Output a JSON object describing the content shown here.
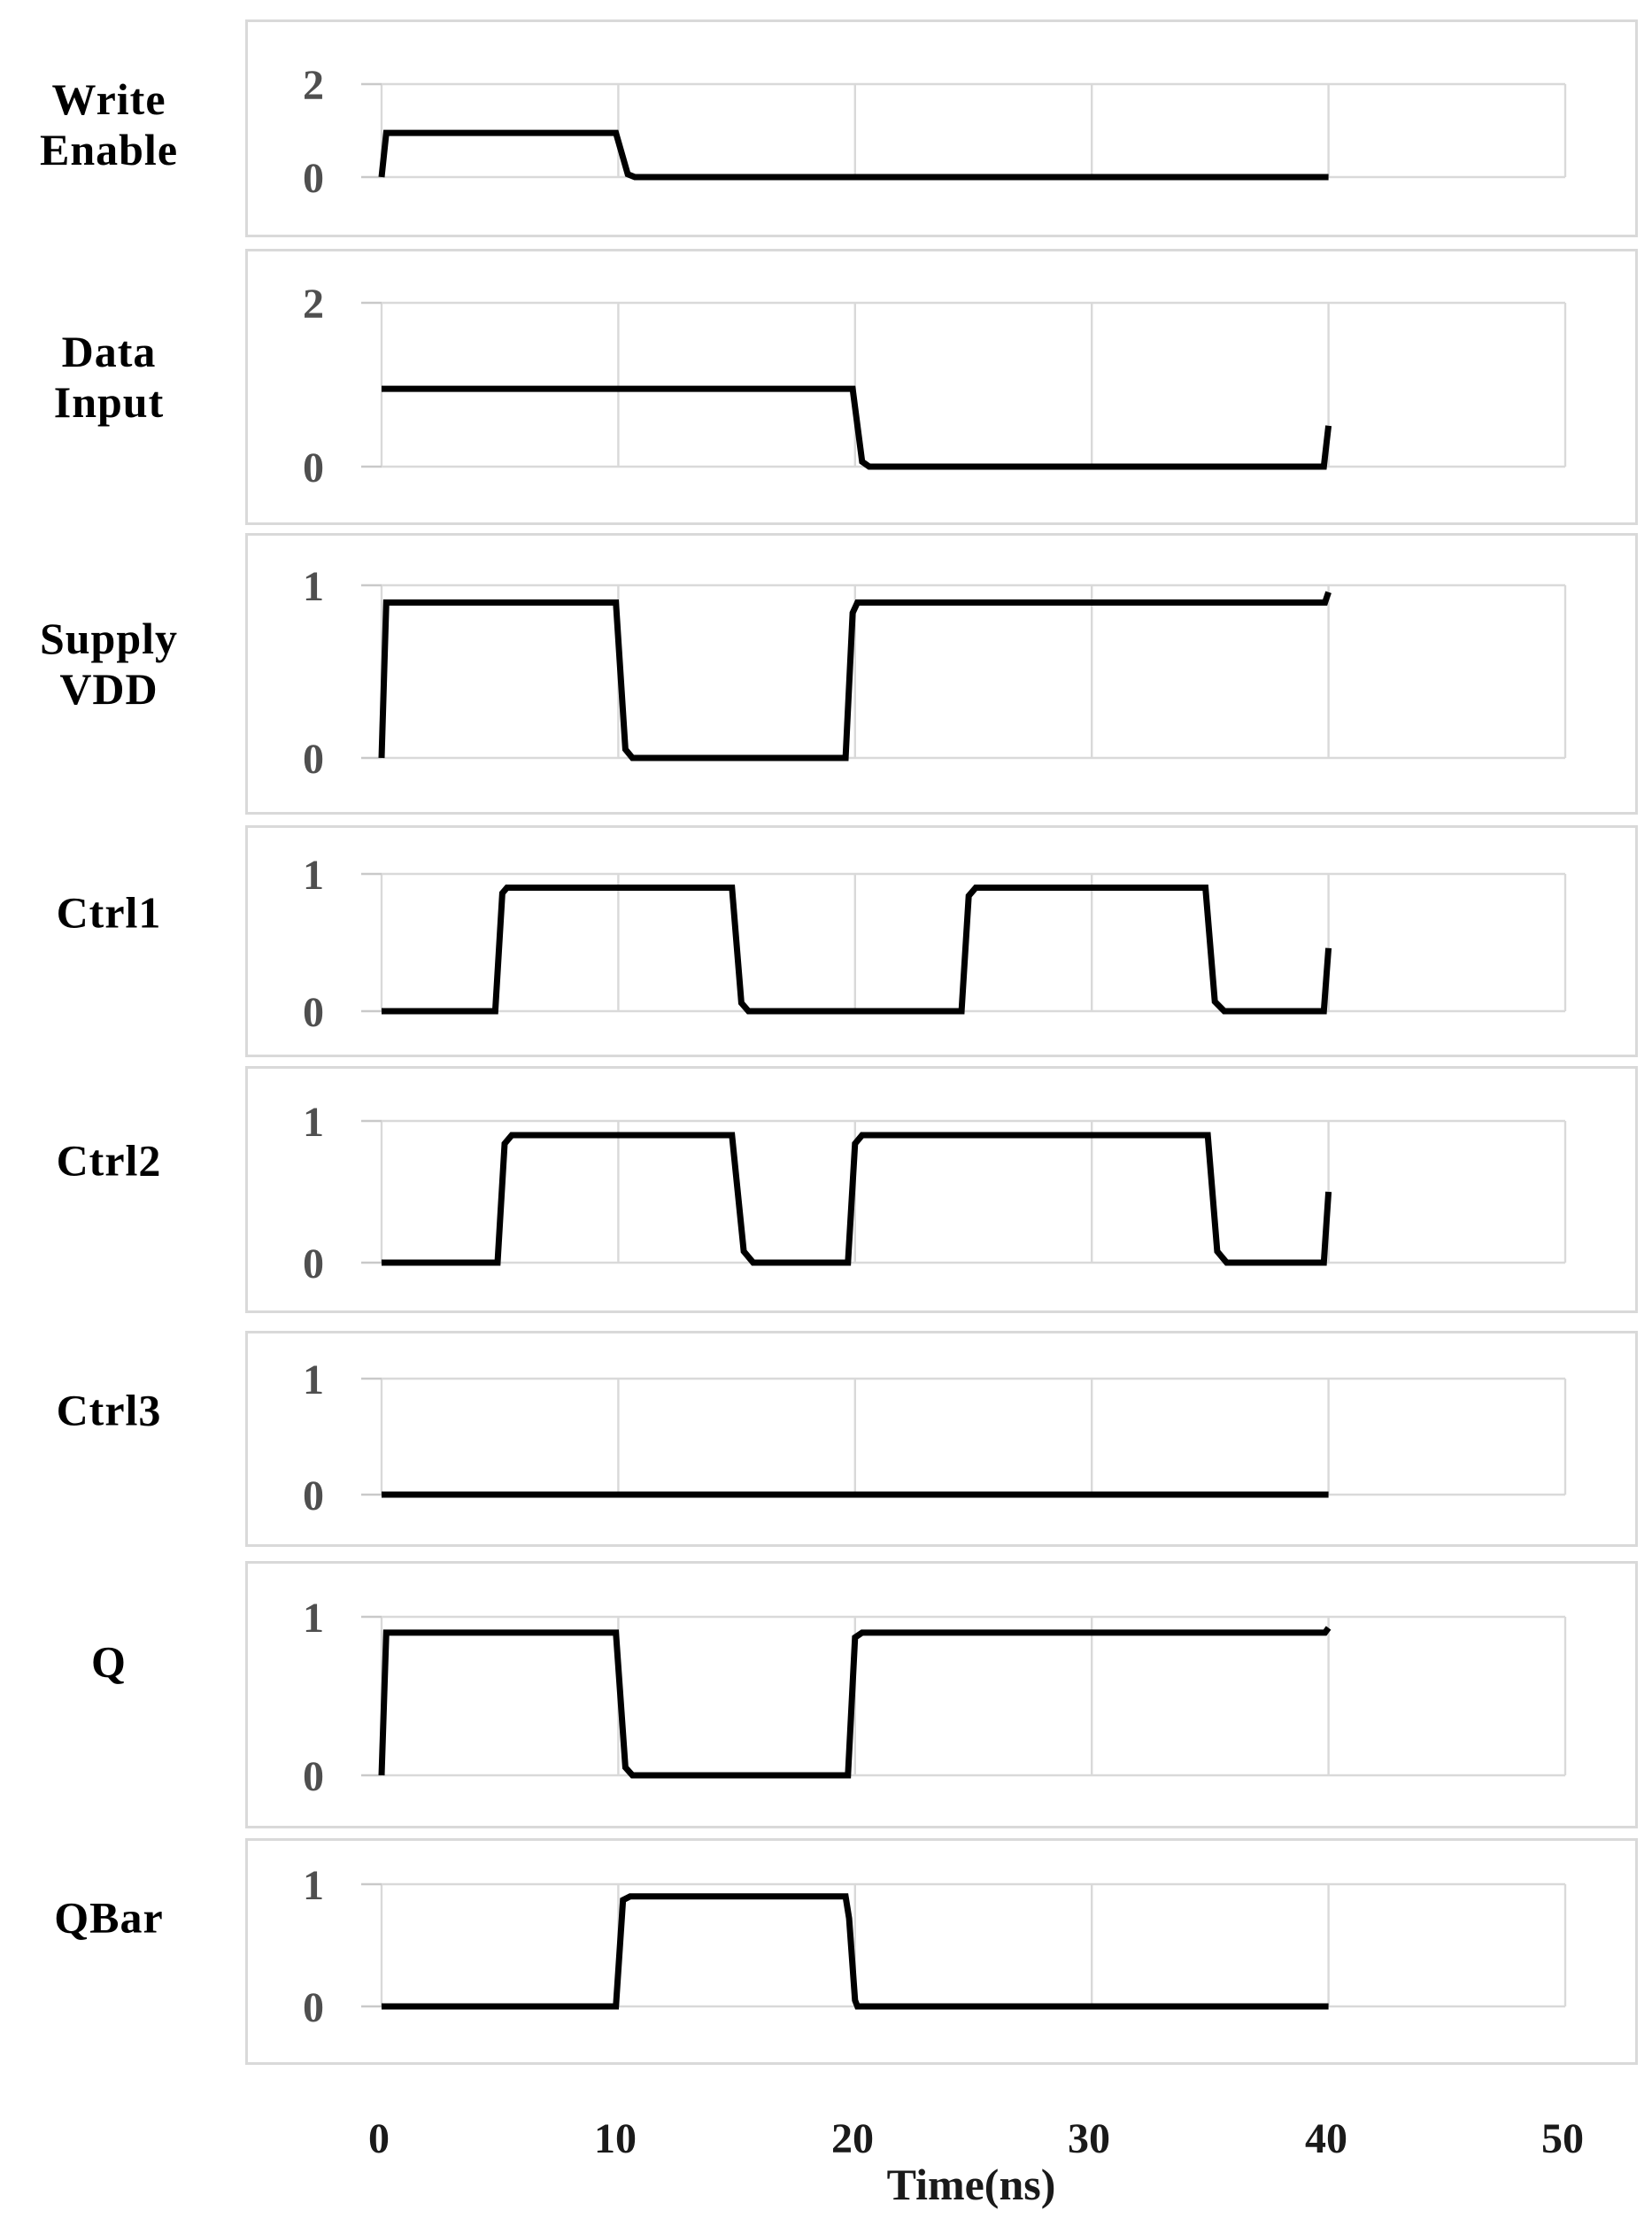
{
  "chart_data": {
    "type": "line",
    "subtype": "digital-timing-waveforms",
    "title": "",
    "xlabel": "Time(ns)",
    "xlim": [
      0,
      50
    ],
    "x_ticks": [
      0,
      10,
      20,
      30,
      40,
      50
    ],
    "grid": true,
    "signal_end_time_ns": 40,
    "high_level": 0.9,
    "colors": {
      "waveform": "#000000",
      "grid": "#d9d9d9",
      "panel_border": "#d9d9d9",
      "tick_nub": "#c9c9c9",
      "y_tick_label": "#4f4f4f",
      "x_tick_label": "#1a1a1a",
      "signal_label": "#000000",
      "background": "#ffffff"
    },
    "x_axis": {
      "tick_labels": [
        "0",
        "10",
        "20",
        "30",
        "40",
        "50"
      ],
      "title": "Time(ns)"
    },
    "signals": [
      {
        "name": "Write Enable",
        "label_lines": [
          "Write",
          "Enable"
        ],
        "y_tick_labels": [
          "2",
          "0"
        ],
        "y_ticks": [
          2,
          0
        ],
        "y_max": 2,
        "logic_segments": [
          {
            "t_start": 0,
            "t_end": 10,
            "level": 1
          },
          {
            "t_start": 10,
            "t_end": 40,
            "level": 0
          }
        ],
        "points": [
          [
            0,
            0
          ],
          [
            0.2,
            0.95
          ],
          [
            9.9,
            0.95
          ],
          [
            10.4,
            0.06
          ],
          [
            10.7,
            0
          ],
          [
            40,
            0
          ]
        ]
      },
      {
        "name": "Data Input",
        "label_lines": [
          "Data",
          "Input"
        ],
        "y_tick_labels": [
          "2",
          "0"
        ],
        "y_ticks": [
          2,
          0
        ],
        "y_max": 2,
        "logic_segments": [
          {
            "t_start": 0,
            "t_end": 20,
            "level": 1
          },
          {
            "t_start": 20,
            "t_end": 40,
            "level": 0
          }
        ],
        "points": [
          [
            0,
            0.95
          ],
          [
            19.9,
            0.95
          ],
          [
            20.3,
            0.06
          ],
          [
            20.6,
            0
          ],
          [
            39.8,
            0
          ],
          [
            40,
            0.5
          ]
        ]
      },
      {
        "name": "Supply VDD",
        "label_lines": [
          "Supply",
          "VDD"
        ],
        "y_tick_labels": [
          "1",
          "0"
        ],
        "y_ticks": [
          1,
          0
        ],
        "y_max": 1,
        "logic_segments": [
          {
            "t_start": 0,
            "t_end": 10,
            "level": 1
          },
          {
            "t_start": 10,
            "t_end": 20,
            "level": 0
          },
          {
            "t_start": 20,
            "t_end": 40,
            "level": 1
          }
        ],
        "points": [
          [
            0,
            0
          ],
          [
            0.2,
            0.9
          ],
          [
            9.9,
            0.9
          ],
          [
            10.3,
            0.05
          ],
          [
            10.6,
            0
          ],
          [
            19.6,
            0
          ],
          [
            19.9,
            0.84
          ],
          [
            20.1,
            0.9
          ],
          [
            39.85,
            0.9
          ],
          [
            40,
            0.96
          ]
        ]
      },
      {
        "name": "Ctrl1",
        "label_lines": [
          "Ctrl1"
        ],
        "y_tick_labels": [
          "1",
          "0"
        ],
        "y_ticks": [
          1,
          0
        ],
        "y_max": 1,
        "logic_segments": [
          {
            "t_start": 0,
            "t_end": 5,
            "level": 0
          },
          {
            "t_start": 5,
            "t_end": 15,
            "level": 1
          },
          {
            "t_start": 15,
            "t_end": 25,
            "level": 0
          },
          {
            "t_start": 25,
            "t_end": 35,
            "level": 1
          },
          {
            "t_start": 35,
            "t_end": 40,
            "level": 0
          }
        ],
        "points": [
          [
            0,
            0
          ],
          [
            4.8,
            0
          ],
          [
            5.1,
            0.86
          ],
          [
            5.3,
            0.9
          ],
          [
            14.8,
            0.9
          ],
          [
            15.2,
            0.06
          ],
          [
            15.5,
            0
          ],
          [
            24.5,
            0
          ],
          [
            24.8,
            0.84
          ],
          [
            25.1,
            0.9
          ],
          [
            34.8,
            0.9
          ],
          [
            35.2,
            0.07
          ],
          [
            35.6,
            0
          ],
          [
            39.8,
            0
          ],
          [
            40,
            0.46
          ]
        ]
      },
      {
        "name": "Ctrl2",
        "label_lines": [
          "Ctrl2"
        ],
        "y_tick_labels": [
          "1",
          "0"
        ],
        "y_ticks": [
          1,
          0
        ],
        "y_max": 1,
        "logic_segments": [
          {
            "t_start": 0,
            "t_end": 5,
            "level": 0
          },
          {
            "t_start": 5,
            "t_end": 15,
            "level": 1
          },
          {
            "t_start": 15,
            "t_end": 20,
            "level": 0
          },
          {
            "t_start": 20,
            "t_end": 35,
            "level": 1
          },
          {
            "t_start": 35,
            "t_end": 40,
            "level": 0
          }
        ],
        "points": [
          [
            0,
            0
          ],
          [
            4.9,
            0
          ],
          [
            5.2,
            0.84
          ],
          [
            5.5,
            0.9
          ],
          [
            14.8,
            0.9
          ],
          [
            15.3,
            0.08
          ],
          [
            15.7,
            0
          ],
          [
            19.7,
            0
          ],
          [
            20.0,
            0.84
          ],
          [
            20.3,
            0.9
          ],
          [
            34.9,
            0.9
          ],
          [
            35.3,
            0.08
          ],
          [
            35.7,
            0
          ],
          [
            39.8,
            0
          ],
          [
            40,
            0.5
          ]
        ]
      },
      {
        "name": "Ctrl3",
        "label_lines": [
          "Ctrl3"
        ],
        "y_tick_labels": [
          "1",
          "0"
        ],
        "y_ticks": [
          1,
          0
        ],
        "y_max": 1,
        "logic_segments": [
          {
            "t_start": 0,
            "t_end": 40,
            "level": 0
          }
        ],
        "points": [
          [
            0,
            0
          ],
          [
            40,
            0
          ]
        ]
      },
      {
        "name": "Q",
        "label_lines": [
          "Q"
        ],
        "y_tick_labels": [
          "1",
          "0"
        ],
        "y_ticks": [
          1,
          0
        ],
        "y_max": 1,
        "logic_segments": [
          {
            "t_start": 0,
            "t_end": 10,
            "level": 1
          },
          {
            "t_start": 10,
            "t_end": 20,
            "level": 0
          },
          {
            "t_start": 20,
            "t_end": 40,
            "level": 1
          }
        ],
        "points": [
          [
            0,
            0
          ],
          [
            0.2,
            0.9
          ],
          [
            9.9,
            0.9
          ],
          [
            10.3,
            0.05
          ],
          [
            10.6,
            0
          ],
          [
            19.7,
            0
          ],
          [
            20.0,
            0.87
          ],
          [
            20.3,
            0.9
          ],
          [
            39.85,
            0.9
          ],
          [
            40,
            0.93
          ]
        ]
      },
      {
        "name": "QBar",
        "label_lines": [
          "QBar"
        ],
        "y_tick_labels": [
          "1",
          "0"
        ],
        "y_ticks": [
          1,
          0
        ],
        "y_max": 1,
        "logic_segments": [
          {
            "t_start": 0,
            "t_end": 10,
            "level": 0
          },
          {
            "t_start": 10,
            "t_end": 20,
            "level": 1
          },
          {
            "t_start": 20,
            "t_end": 40,
            "level": 0
          }
        ],
        "points": [
          [
            0,
            0
          ],
          [
            9.9,
            0
          ],
          [
            10.2,
            0.87
          ],
          [
            10.5,
            0.9
          ],
          [
            19.6,
            0.9
          ],
          [
            19.75,
            0.72
          ],
          [
            20.0,
            0.05
          ],
          [
            20.1,
            0
          ],
          [
            40,
            0
          ]
        ]
      }
    ]
  }
}
